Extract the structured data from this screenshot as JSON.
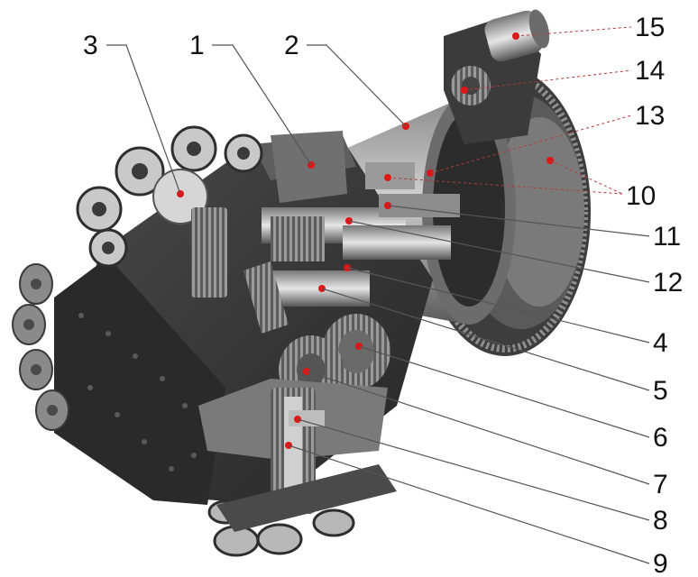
{
  "callouts": [
    {
      "id": "1",
      "label": "1"
    },
    {
      "id": "2",
      "label": "2"
    },
    {
      "id": "3",
      "label": "3"
    },
    {
      "id": "4",
      "label": "4"
    },
    {
      "id": "5",
      "label": "5"
    },
    {
      "id": "6",
      "label": "6"
    },
    {
      "id": "7",
      "label": "7"
    },
    {
      "id": "8",
      "label": "8"
    },
    {
      "id": "9",
      "label": "9"
    },
    {
      "id": "10",
      "label": "10"
    },
    {
      "id": "11",
      "label": "11"
    },
    {
      "id": "12",
      "label": "12"
    },
    {
      "id": "13",
      "label": "13"
    },
    {
      "id": "14",
      "label": "14"
    },
    {
      "id": "15",
      "label": "15"
    }
  ],
  "colors": {
    "metal_dark": "#3a3a3a",
    "metal_mid": "#6f6f6f",
    "metal_light": "#b8b8b8",
    "marker": "#e01616"
  }
}
